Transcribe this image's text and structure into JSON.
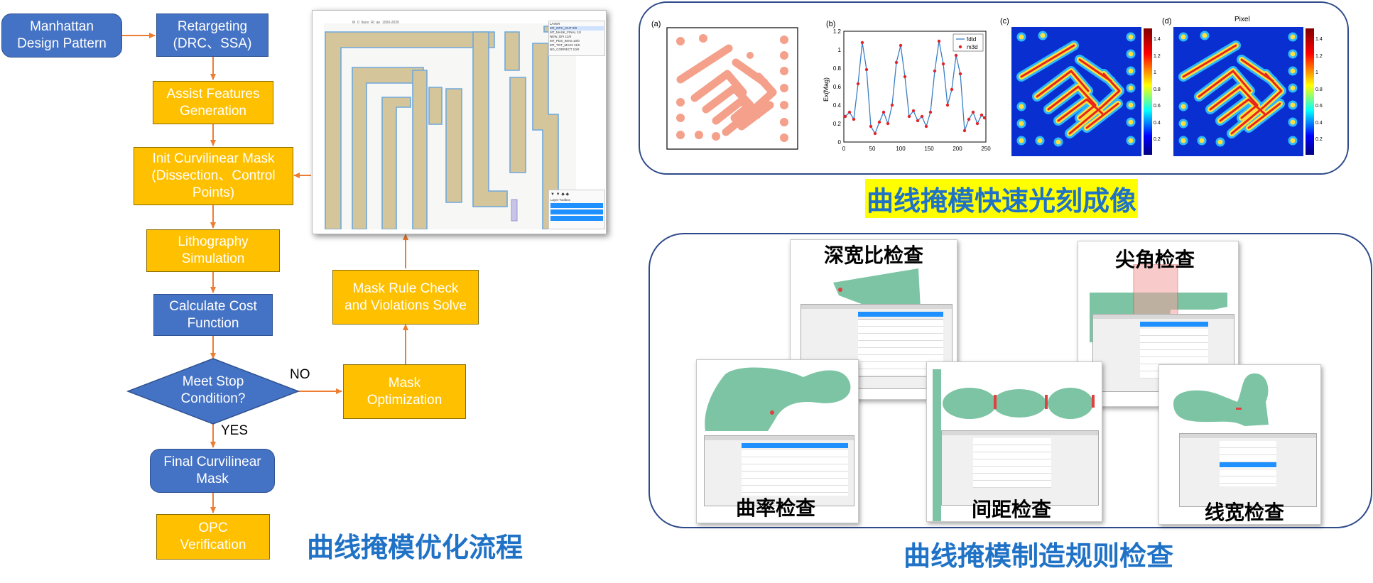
{
  "flowchart": {
    "nodes": {
      "manhattan": "Manhattan\nDesign Pattern",
      "retargeting": "Retargeting\n(DRC、SSA)",
      "assist": "Assist Features\nGeneration",
      "init_mask": "Init Curvilinear Mask\n(Dissection、Control\nPoints)",
      "litho": "Lithography\nSimulation",
      "cost": "Calculate Cost\nFunction",
      "stop": "Meet Stop\nCondition?",
      "final_mask": "Final Curvilinear\nMask",
      "opc": "OPC\nVerification",
      "mask_opt": "Mask\nOptimization",
      "mrc": "Mask Rule Check\nand Violations Solve"
    },
    "labels": {
      "no": "NO",
      "yes": "YES"
    },
    "title": "曲线掩模优化流程"
  },
  "layout_viewer": {
    "title": "M_0_Ilaoo_Rl_ae_1000-2020",
    "layers_header": "LAYER",
    "layers": [
      "MT_OPC_OUT 0/0",
      "MT_MASK_FINAL 11/",
      "NEW_DFI 12/0",
      "MT_PDS_IMAS 10/0",
      "MT_TGT_MAS2 11/0",
      "NG_CORRECT 10/0"
    ],
    "layer_toolbox": "Layer Toolbox"
  },
  "imaging_panel": {
    "title": "曲线掩模快速光刻成像",
    "a_label": "(a)",
    "b_label": "(b)",
    "c_label": "(c)",
    "d_label": "(d)",
    "d_title": "Pixel",
    "b_ylabel": "Ex(Mag)",
    "b_legend": [
      "fdtd",
      "m3d"
    ],
    "b_yticks": [
      "1.2",
      "1",
      "0.8",
      "0.6",
      "0.4",
      "0.2",
      "0"
    ],
    "b_xticks": [
      "0",
      "50",
      "100",
      "150",
      "200",
      "250"
    ],
    "colorbar_ticks": [
      "1.4",
      "1.2",
      "1",
      "0.8",
      "0.6",
      "0.4",
      "0.2"
    ]
  },
  "mrc_panel": {
    "title": "曲线掩模制造规则检查",
    "checks": {
      "aspect": "深宽比检查",
      "corner": "尖角检查",
      "curvature": "曲率检查",
      "spacing": "间距检查",
      "width": "线宽检查"
    }
  },
  "colors": {
    "flow_blue": "#4472c4",
    "flow_yellow": "#ffc000",
    "arrow_orange": "#ed7d31",
    "title_blue": "#1f72c6",
    "panel_border": "#2f4a8a",
    "mask_green": "#7cc4a4",
    "mask_salmon": "#f4a08a",
    "layout_tan": "#d4c59a"
  }
}
